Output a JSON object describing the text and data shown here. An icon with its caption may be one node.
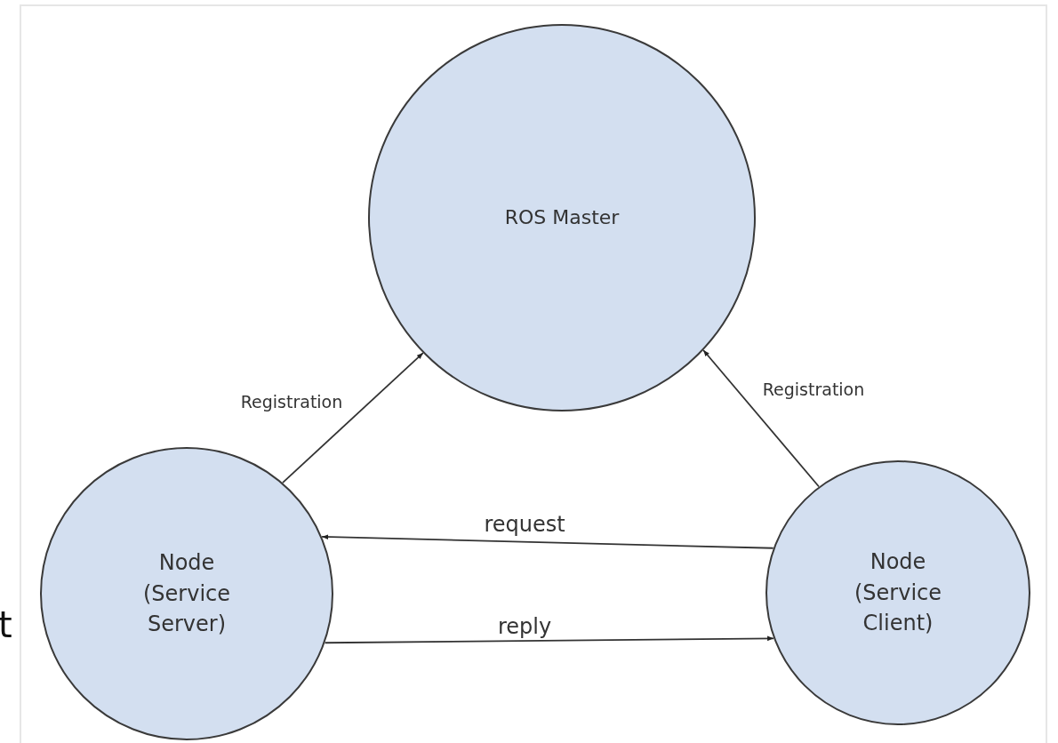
{
  "diagram": {
    "nodes": [
      {
        "text": [
          "ROS Master"
        ]
      },
      {
        "text": [
          "Node (Service Server)"
        ]
      },
      {
        "text": [
          "Node (Service Client)"
        ]
      }
    ],
    "edges": [
      {
        "from": 1,
        "to": 0,
        "arrow": "to",
        "label": "Registration"
      },
      {
        "from": 2,
        "to": 0,
        "arrow": "to",
        "label": "Registration"
      },
      {
        "from": 2,
        "to": 1,
        "arrow": "to",
        "label": "request"
      },
      {
        "from": 1,
        "to": 2,
        "arrow": "to",
        "label": "reply"
      }
    ],
    "labels": [
      "t"
    ]
  }
}
